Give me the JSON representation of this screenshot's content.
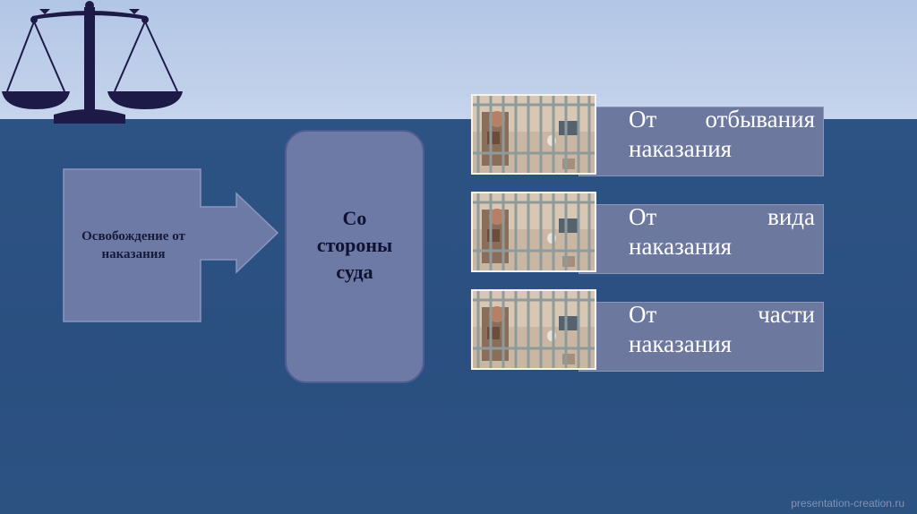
{
  "diagram": {
    "source_label": "Освобождение от наказания",
    "middle_label": "Со стороны суда",
    "items": [
      {
        "text": "От отбывания наказания"
      },
      {
        "text": "От вида наказания"
      },
      {
        "text": "От части наказания"
      }
    ]
  },
  "footer": {
    "watermark": "presentation-creation.ru"
  },
  "colors": {
    "top_band": "#b2c6e6",
    "main_background": "#2b5083",
    "box_fill": "#6e7aa6",
    "scales": "#1e1a48"
  }
}
